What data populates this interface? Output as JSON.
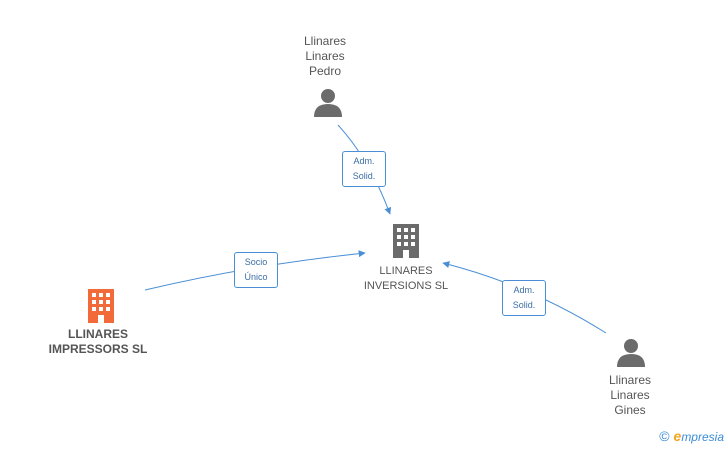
{
  "nodes": {
    "center_company": {
      "lines": [
        "LLINARES",
        "INVERSIONS SL"
      ]
    },
    "left_company": {
      "lines": [
        "LLINARES",
        "IMPRESSORS SL"
      ]
    },
    "top_person": {
      "lines": [
        "Llinares",
        "Linares",
        "Pedro"
      ]
    },
    "bottom_person": {
      "lines": [
        "Llinares",
        "Linares",
        "Gines"
      ]
    }
  },
  "edges": {
    "top_to_center": {
      "lines": [
        "Adm.",
        "Solid."
      ]
    },
    "left_to_center": {
      "lines": [
        "Socio",
        "Único"
      ]
    },
    "bottom_to_center": {
      "lines": [
        "Adm.",
        "Solid."
      ]
    }
  },
  "footer": {
    "copyright": "©",
    "brand_first": "e",
    "brand_rest": "mpresia"
  },
  "colors": {
    "edge": "#4a8fd6",
    "company_gray": "#6b6b6b",
    "company_highlight": "#f26a3a",
    "person_gray": "#6b6b6b"
  },
  "icons": {
    "company": "building-icon",
    "person": "person-icon"
  }
}
